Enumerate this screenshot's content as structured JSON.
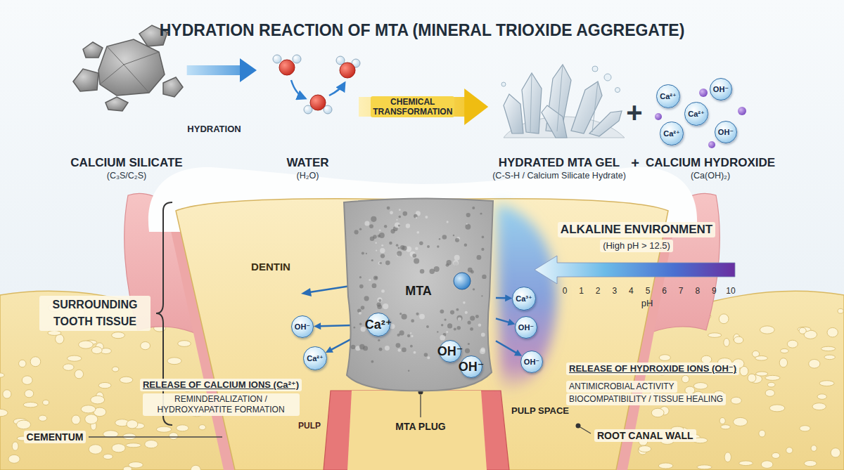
{
  "diagram": {
    "title": "HYDRATION REACTION OF MTA (MINERAL TRIOXIDE AGGREGATE)",
    "nodes": [
      {
        "text": [
          "CALCIUM SILICATE",
          "(C₃S/C₂S)"
        ]
      },
      {
        "text": [
          "WATER",
          "(H₂O)"
        ]
      },
      {
        "text": [
          "HYDRATED MTA GEL",
          "(C-S-H / Calcium Silicate Hydrate)"
        ]
      },
      {
        "text": [
          "CALCIUM HYDROXIDE",
          "(Ca(OH)₂)"
        ]
      },
      {
        "text": [
          "Ca²⁺"
        ],
        "in": 3
      },
      {
        "text": [
          "OH⁻"
        ],
        "in": 3
      },
      {
        "text": [
          "Ca²⁺"
        ],
        "in": 3
      },
      {
        "text": [
          "Ca²⁺"
        ],
        "in": 3
      },
      {
        "text": [
          "OH⁻"
        ],
        "in": 3
      },
      {
        "text": [
          "MTA"
        ]
      },
      {
        "text": [
          "OH⁻"
        ]
      },
      {
        "text": [
          "Ca²⁺"
        ],
        "in": 9
      },
      {
        "text": [
          "Ca²⁺"
        ]
      },
      {
        "text": [
          "Ca³⁺"
        ]
      },
      {
        "text": [
          "OH⁻"
        ]
      },
      {
        "text": [
          "OH⁻"
        ],
        "in": 9
      },
      {
        "text": [
          "OH⁻"
        ]
      },
      {
        "text": [
          "OH⁻"
        ],
        "in": 9
      }
    ],
    "edges": [
      {
        "from": 0,
        "to": 1,
        "arrow": "to",
        "label": "HYDRATION"
      },
      {
        "from": 1,
        "to": 2,
        "arrow": "to",
        "label": "CHEMICAL TRANSFORMATION"
      },
      {
        "from": 9,
        "to": 13,
        "arrow": "to"
      },
      {
        "from": 9,
        "to": 14,
        "arrow": "to"
      },
      {
        "from": 9,
        "to": 16,
        "arrow": "to"
      },
      {
        "from": 11,
        "to": 10,
        "arrow": "to"
      },
      {
        "from": 11,
        "to": 12,
        "arrow": "to"
      }
    ],
    "labels": [
      "+",
      "+",
      "DENTIN",
      "PULP",
      "MTA PLUG",
      "PULP SPACE",
      "CEMENTUM",
      "ROOT CANAL WALL",
      "SURROUNDING TOOTH TISSUE",
      "ALKALINE ENVIRONMENT",
      "(High pH > 12.5)",
      "0",
      "1",
      "2",
      "3",
      "4",
      "5",
      "6",
      "7",
      "8",
      "9",
      "10",
      "pH",
      "RELEASE OF CALCIUM IONS (Ca²⁺)",
      "REMINDERALIZATION / HYDROXYAPATITE FORMATION",
      "RELEASE OF HYDROXIDE IONS (OH⁻)",
      "ANTIMICROBIAL ACTIVITY",
      "BIOCOMPATIBILITY / TISSUE HEALING"
    ]
  }
}
